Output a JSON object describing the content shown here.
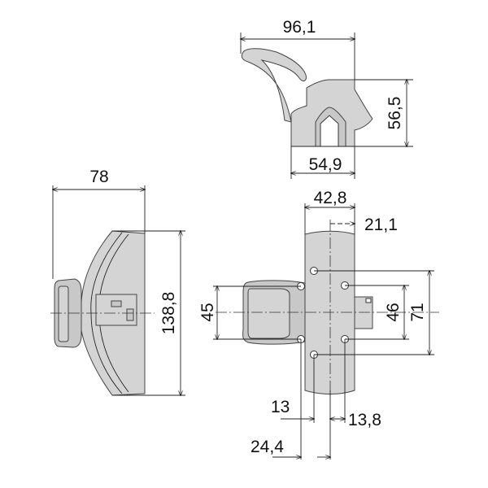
{
  "title": "Lock technical drawing with dimensions",
  "views": {
    "top": {
      "width_overall": "96,1",
      "height": "56,5",
      "base_width": "54,9"
    },
    "side": {
      "depth": "78",
      "height": "138,8"
    },
    "front": {
      "body_width": "42,8",
      "half_width": "21,1",
      "handle_height": "45",
      "inner_holes_spacing": "46",
      "outer_holes_spacing": "71",
      "hole_offset_13": "13",
      "hole_offset_13_8": "13,8",
      "hole_offset_24_4": "24,4"
    }
  },
  "colors": {
    "part_fill": "#d4d4d4",
    "line": "#222222"
  }
}
